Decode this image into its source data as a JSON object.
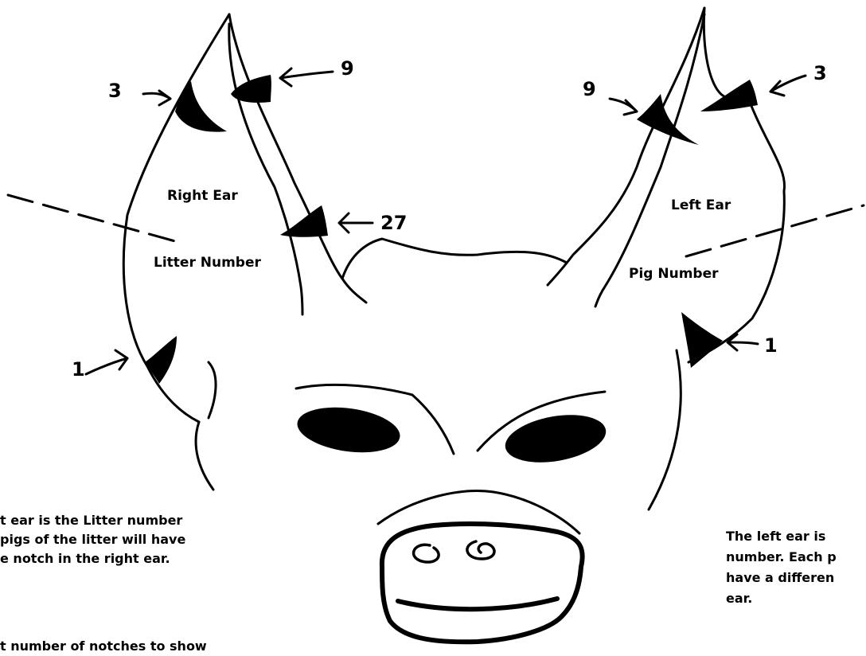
{
  "labels": {
    "right_ear": "Right Ear",
    "litter_number": "Litter Number",
    "left_ear": "Left Ear",
    "pig_number": "Pig Number"
  },
  "notch_numbers": {
    "right_ear_top": "3",
    "right_ear_tip": "9",
    "right_ear_mid": "27",
    "right_ear_bottom": "1",
    "left_ear_tip": "9",
    "left_ear_top": "3",
    "left_ear_bottom": "1"
  },
  "paragraphs": {
    "left_lines": [
      "t ear is the Litter number",
      "pigs of the litter will have",
      "e notch in the right ear.",
      "t number of notches to show"
    ],
    "right_lines": [
      "The left ear is",
      "number. Each p",
      "have a differen",
      "ear."
    ]
  }
}
